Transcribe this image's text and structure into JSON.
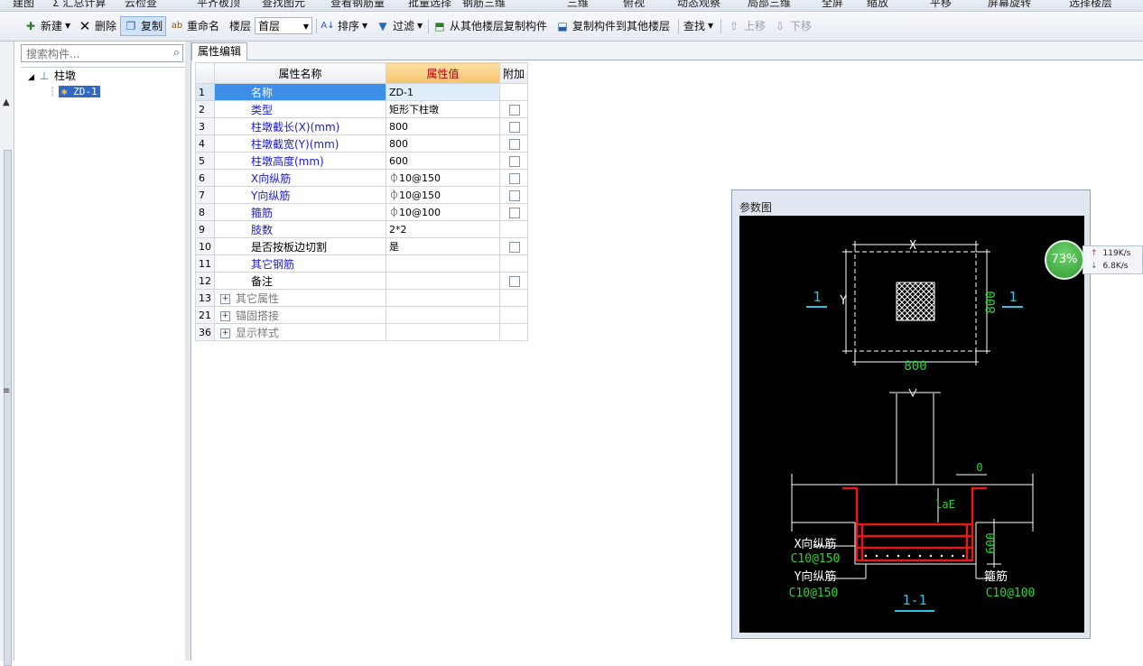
{
  "top_strip": [
    "建图",
    "Σ 汇总计算",
    "云检查",
    "平齐板顶",
    "查找图元",
    "查看钢筋量",
    "批量选择",
    "钢筋三维",
    "三维",
    "俯视",
    "动态观察",
    "局部三维",
    "全屏",
    "缩放",
    "平移",
    "屏幕旋转",
    "选择楼层"
  ],
  "toolbar": {
    "new_label": "新建",
    "delete_label": "删除",
    "copy_label": "复制",
    "rename_label": "重命名",
    "floor_label": "楼层",
    "floor_value": "首层",
    "sort_label": "排序",
    "filter_label": "过滤",
    "copy_from_label": "从其他楼层复制构件",
    "copy_to_label": "复制构件到其他楼层",
    "find_label": "查找",
    "move_up_label": "上移",
    "move_down_label": "下移"
  },
  "left_strip": {
    "marks": [
      "▲",
      "≡"
    ]
  },
  "tree": {
    "search_placeholder": "搜索构件...",
    "root_label": "柱墩",
    "leaf_label": "ZD-1"
  },
  "tab": {
    "label": "属性编辑"
  },
  "grid": {
    "headers": {
      "num": "",
      "name": "属性名称",
      "value": "属性值",
      "extra": "附加"
    },
    "rows": [
      {
        "num": "1",
        "name": "名称",
        "value": "ZD-1",
        "checkbox": false,
        "style": "blue",
        "selected": true
      },
      {
        "num": "2",
        "name": "类型",
        "value": "矩形下柱墩",
        "checkbox": true,
        "style": "blue"
      },
      {
        "num": "3",
        "name": "柱墩截长(X)(mm)",
        "value": "800",
        "checkbox": true,
        "style": "blue"
      },
      {
        "num": "4",
        "name": "柱墩截宽(Y)(mm)",
        "value": "800",
        "checkbox": true,
        "style": "blue"
      },
      {
        "num": "5",
        "name": "柱墩高度(mm)",
        "value": "600",
        "checkbox": true,
        "style": "blue"
      },
      {
        "num": "6",
        "name": "X向纵筋",
        "value": "⏀10@150",
        "checkbox": true,
        "style": "blue"
      },
      {
        "num": "7",
        "name": "Y向纵筋",
        "value": "⏀10@150",
        "checkbox": true,
        "style": "blue"
      },
      {
        "num": "8",
        "name": "箍筋",
        "value": "⏀10@100",
        "checkbox": true,
        "style": "blue"
      },
      {
        "num": "9",
        "name": "肢数",
        "value": "2*2",
        "checkbox": false,
        "style": "blue"
      },
      {
        "num": "10",
        "name": "是否按板边切割",
        "value": "是",
        "checkbox": true,
        "style": "black"
      },
      {
        "num": "11",
        "name": "其它钢筋",
        "value": "",
        "checkbox": false,
        "style": "blue"
      },
      {
        "num": "12",
        "name": "备注",
        "value": "",
        "checkbox": true,
        "style": "black"
      },
      {
        "num": "13",
        "name": "其它属性",
        "value": "",
        "checkbox": false,
        "style": "gray",
        "group": true
      },
      {
        "num": "21",
        "name": "锚固搭接",
        "value": "",
        "checkbox": false,
        "style": "gray",
        "group": true
      },
      {
        "num": "36",
        "name": "显示样式",
        "value": "",
        "checkbox": false,
        "style": "gray",
        "group": true
      }
    ]
  },
  "param_window": {
    "title": "参数图",
    "labels": {
      "x_dim": "X",
      "y_dim": "Y",
      "width_dim": "800",
      "height_dim": "800",
      "section_left": "1",
      "section_right": "1",
      "cover": "0",
      "lae": "laE",
      "depth": "600",
      "x_bar_label": "X向纵筋",
      "x_bar_value": "C10@150",
      "y_bar_label": "Y向纵筋",
      "y_bar_value": "C10@150",
      "stirrup_label": "箍筋",
      "stirrup_value": "C10@100",
      "section_title": "1-1"
    },
    "colors": {
      "outline": "#ffffff",
      "dimension": "#27d63a",
      "section": "#2bc3e8",
      "rebar": "#e31a1a"
    }
  },
  "speed_widget": {
    "percent": "73%",
    "upload": "119K/s",
    "download": "6.8K/s"
  }
}
